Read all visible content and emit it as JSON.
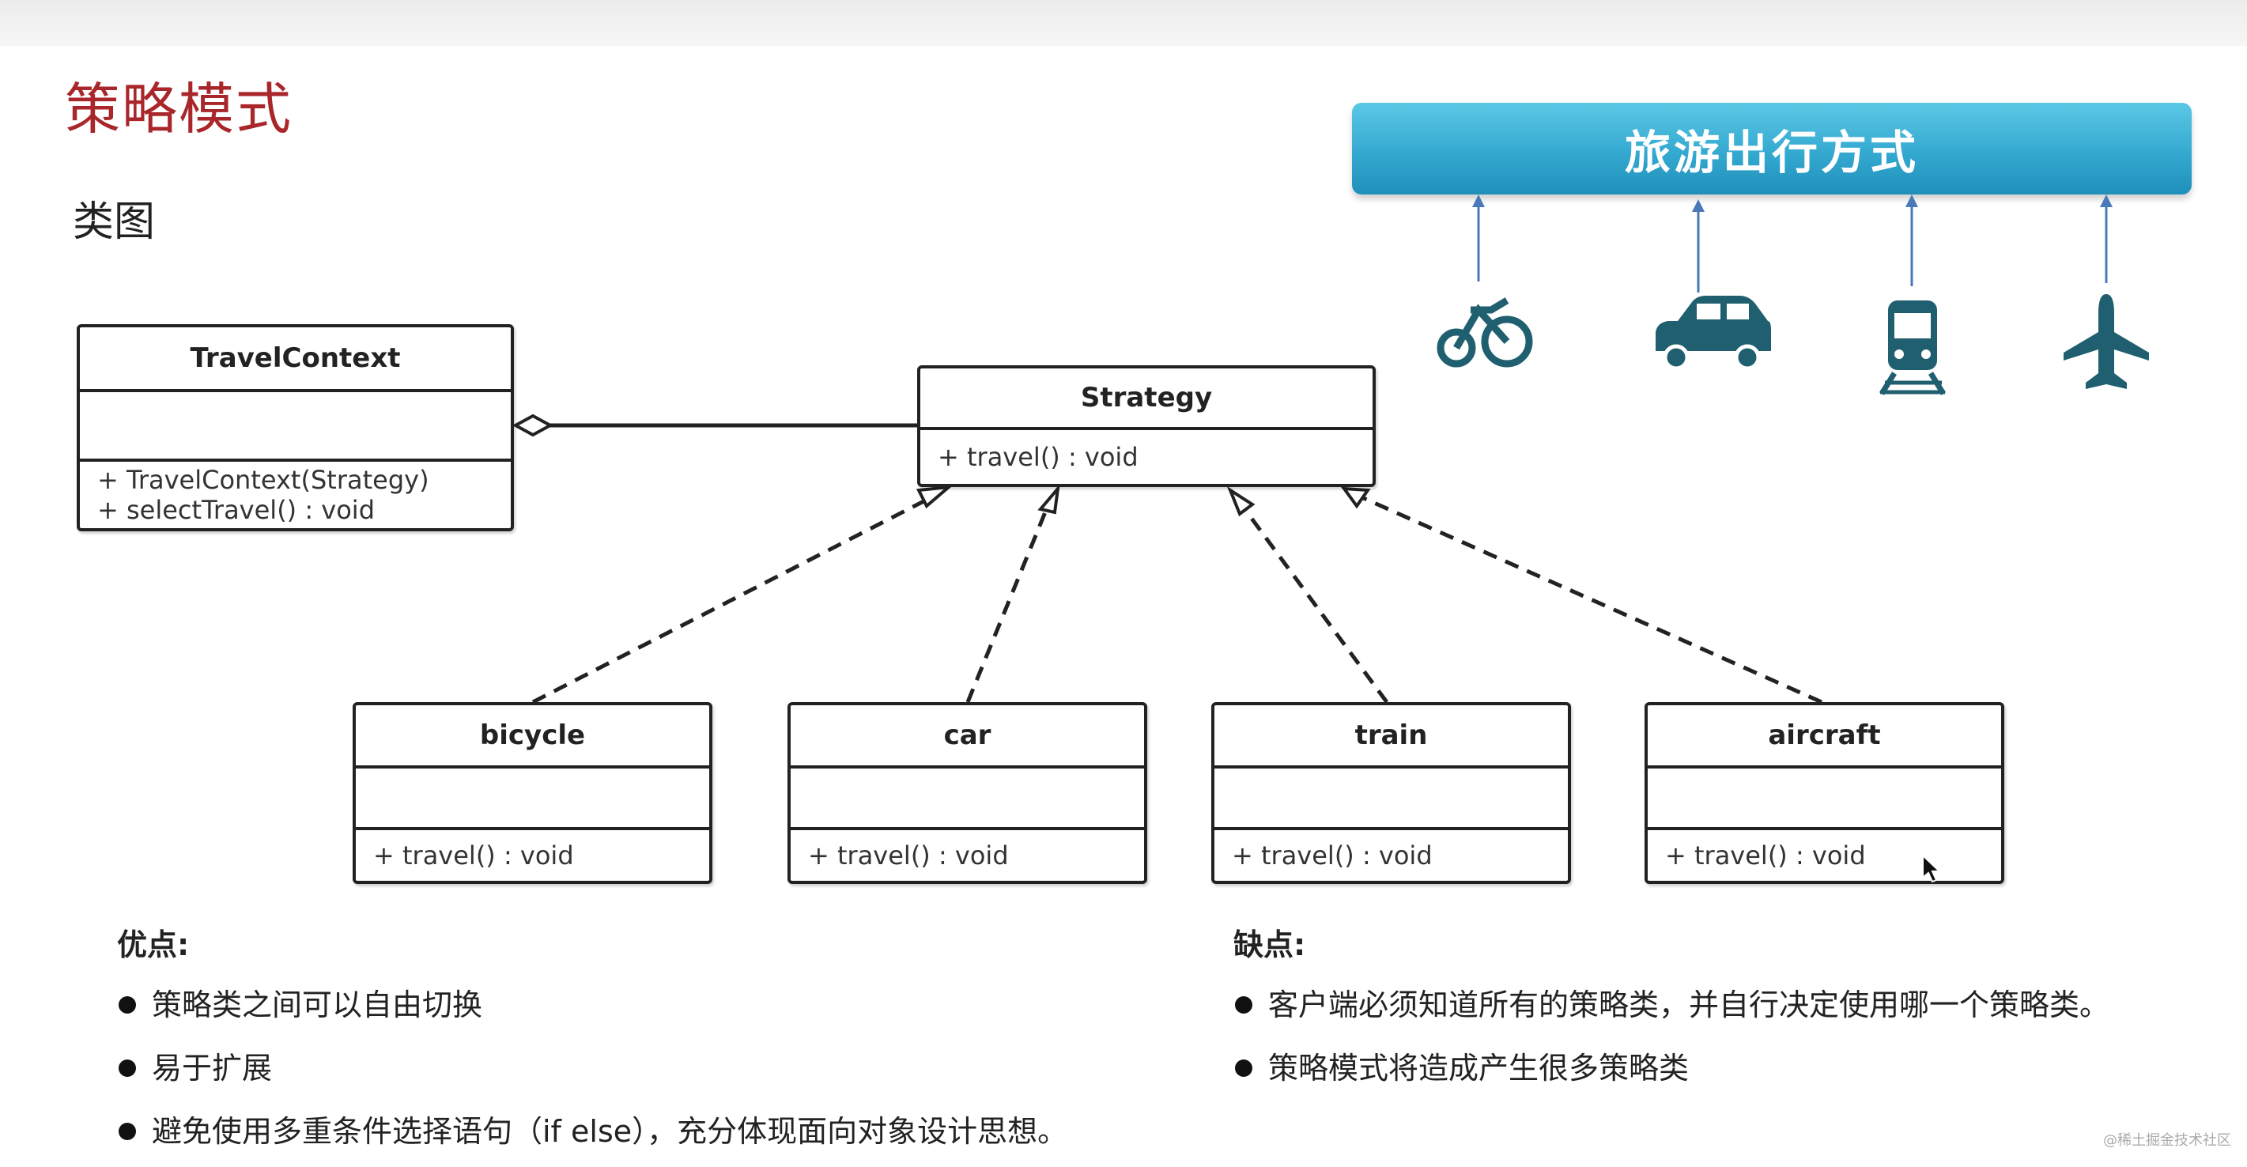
{
  "slide": {
    "title": "策略模式",
    "subtitle": "类图",
    "banner": "旅游出行方式",
    "watermark": "@稀土掘金技术社区"
  },
  "transport_icons": [
    "bicycle-icon",
    "car-icon",
    "train-icon",
    "airplane-icon"
  ],
  "colors": {
    "title": "#a9262a",
    "banner": "#34a9d0",
    "icon": "#1f5f6f",
    "arrow": "#4a78b8"
  },
  "diagram": {
    "context": {
      "name": "TravelContext",
      "ops": [
        "+ TravelContext(Strategy)",
        "+ selectTravel() : void"
      ]
    },
    "strategy": {
      "name": "Strategy",
      "ops": [
        "+ travel() : void"
      ]
    },
    "impls": [
      {
        "name": "bicycle",
        "op": "+ travel() : void"
      },
      {
        "name": "car",
        "op": "+ travel() : void"
      },
      {
        "name": "train",
        "op": "+ travel() : void"
      },
      {
        "name": "aircraft",
        "op": "+ travel() : void"
      }
    ]
  },
  "pros": {
    "heading": "优点:",
    "items": [
      "策略类之间可以自由切换",
      "易于扩展",
      "避免使用多重条件选择语句（if else），充分体现面向对象设计思想。"
    ]
  },
  "cons": {
    "heading": "缺点:",
    "items": [
      "客户端必须知道所有的策略类，并自行决定使用哪一个策略类。",
      "策略模式将造成产生很多策略类"
    ]
  }
}
